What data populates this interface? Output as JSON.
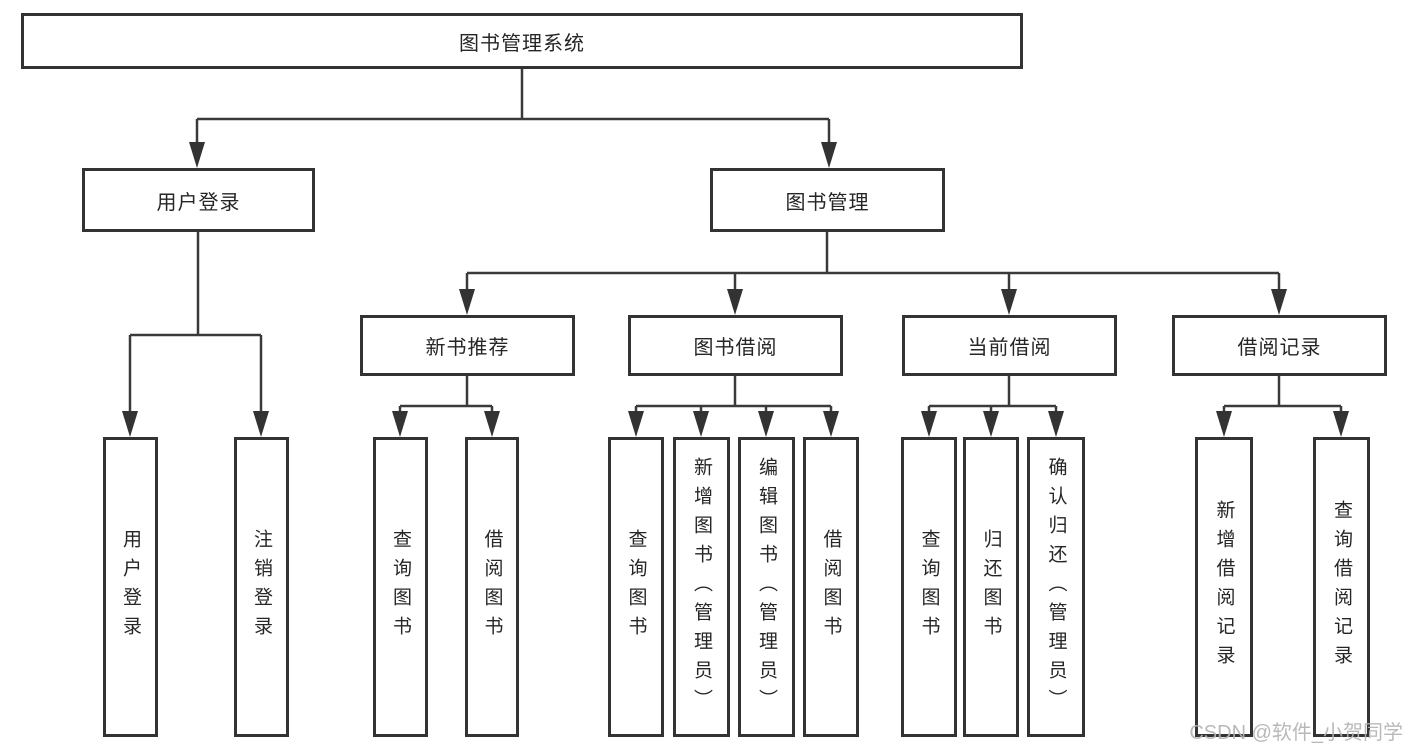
{
  "nodes": {
    "root": "图书管理系统",
    "userLogin": "用户登录",
    "bookManagement": "图书管理",
    "newBookRecommend": "新书推荐",
    "bookBorrow": "图书借阅",
    "currentBorrow": "当前借阅",
    "borrowRecords": "借阅记录",
    "leafUserLogin": "用户登录",
    "leafLogout": "注销登录",
    "leafNewbookQuery": "查询图书",
    "leafNewbookBorrow": "借阅图书",
    "leafBorrowQuery": "查询图书",
    "leafBorrowAdd": "新增图书（管理员）",
    "leafBorrowEdit": "编辑图书（管理员）",
    "leafBorrowBorrow": "借阅图书",
    "leafCurrentQuery": "查询图书",
    "leafCurrentReturn": "归还图书",
    "leafCurrentConfirm": "确认归还（管理员）",
    "leafRecordsAdd": "新增借阅记录",
    "leafRecordsQuery": "查询借阅记录"
  },
  "hierarchy": {
    "图书管理系统": {
      "用户登录": [
        "用户登录",
        "注销登录"
      ],
      "图书管理": {
        "新书推荐": [
          "查询图书",
          "借阅图书"
        ],
        "图书借阅": [
          "查询图书",
          "新增图书（管理员）",
          "编辑图书（管理员）",
          "借阅图书"
        ],
        "当前借阅": [
          "查询图书",
          "归还图书",
          "确认归还（管理员）"
        ],
        "借阅记录": [
          "新增借阅记录",
          "查询借阅记录"
        ]
      }
    }
  },
  "watermark": "CSDN @软件_小贺同学",
  "colors": {
    "line": "#3a3a3a",
    "border": "#333333",
    "text": "#262626",
    "watermark": "#b5b2b2",
    "background": "#ffffff"
  }
}
